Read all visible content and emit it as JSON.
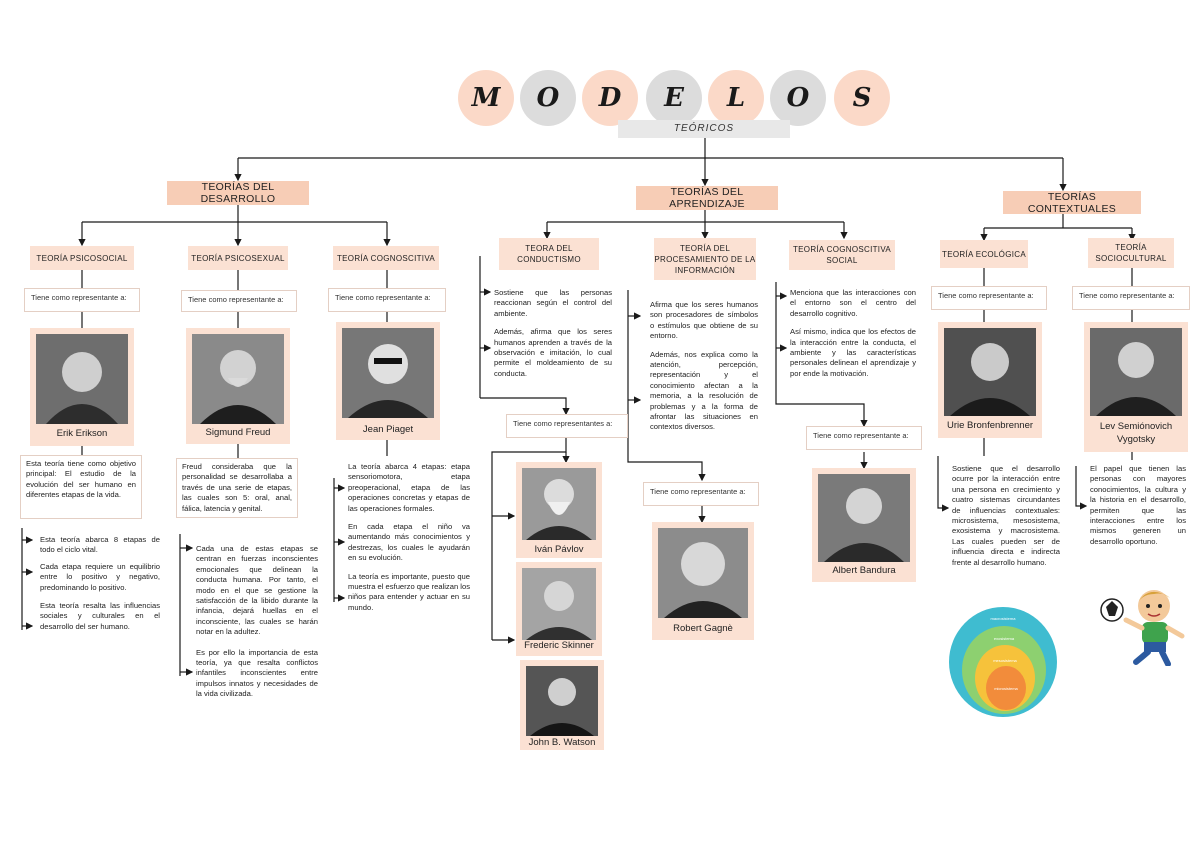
{
  "title_letters": [
    "M",
    "O",
    "D",
    "E",
    "L",
    "O",
    "S"
  ],
  "subtitle": "TEÓRICOS",
  "categories": {
    "desarrollo": "TEORÍAS DEL DESARROLLO",
    "aprendizaje": "TEORÍAS DEL APRENDIZAJE",
    "contextuales": "TEORÍAS CONTEXTUALES"
  },
  "theories": {
    "psicosocial": "TEORÍA PSICOSOCIAL",
    "psicosexual": "TEORÍA PSICOSEXUAL",
    "cognoscitiva": "TEORÍA COGNOSCITIVA",
    "conductismo_1": "TEORA DEL",
    "conductismo_2": "CONDUCTISMO",
    "procesamiento_1": "TEORÍA DEL",
    "procesamiento_2": "PROCESAMIENTO DE LA",
    "procesamiento_3": "INFORMACIÓN",
    "cog_social_1": "TEORÍA COGNOSCITIVA",
    "cog_social_2": "SOCIAL",
    "ecologica": "TEORÍA ECOLÓGICA",
    "sociocultural_1": "TEORÍA",
    "sociocultural_2": "SOCIOCULTURAL"
  },
  "rep_label": "Tiene como representante a:",
  "rep_label_plural": "Tiene como representantes a:",
  "people": {
    "erikson": "Erik Erikson",
    "freud": "Sigmund Freud",
    "piaget": "Jean Piaget",
    "pavlov": "Iván Pávlov",
    "skinner": "Frederic Skinner",
    "watson": "John B. Watson",
    "gagne": "Robert Gagnè",
    "bandura": "Albert Bandura",
    "bronfenbrenner": "Urie Bronfenbrenner",
    "vygotsky_1": "Lev Semiónovich",
    "vygotsky_2": "Vygotsky"
  },
  "texts": {
    "erikson_intro": "Esta teoría tiene como objetivo principal: El estudio de la evolución del ser humano en diferentes etapas de la vida.",
    "erikson_b1": "Esta teoría abarca 8 etapas de todo el ciclo vital.",
    "erikson_b2": "Cada etapa requiere un equilibrio entre lo positivo y negativo, predominando lo positivo.",
    "erikson_b3": "Esta teoría resalta las influencias sociales y culturales en el desarrollo del ser humano.",
    "freud_intro": "Freud consideraba que la personalidad se desarrollaba a través de una serie de etapas, las cuales son 5: oral, anal, fálica, latencia y genital.",
    "freud_b1": "Cada una de estas etapas se centran en fuerzas inconscientes emocionales que delinean la conducta humana. Por tanto, el modo en el que se gestione la satisfacción de la libido durante la infancia, dejará huellas en el inconsciente, las cuales se harán notar en la adultez.",
    "freud_b2": "Es por ello la importancia de esta teoría, ya que resalta conflictos infantiles inconscientes entre impulsos innatos y necesidades de la vida civilizada.",
    "piaget_b1": "La teoría abarca 4 etapas: etapa sensoriomotora, etapa preoperacional, etapa de las operaciones concretas y etapas de las operaciones formales.",
    "piaget_b2": "En cada etapa el niño va aumentando más conocimientos y destrezas, los cuales le ayudarán en su evolución.",
    "piaget_b3": "La teoría es importante, puesto que muestra el esfuerzo que realizan los niños para entender y actuar en su mundo.",
    "conductismo_b1": "Sostiene que las personas reaccionan según el control del ambiente.",
    "conductismo_b2": "Además, afirma que los seres humanos aprenden a través de la observación e imitación, lo cual permite el moldeamiento de su conducta.",
    "procesamiento_b1": "Afirma que los seres humanos son procesadores de símbolos o estímulos que obtiene de su entorno.",
    "procesamiento_b2": "Además, nos explica como la atención, percepción, representación y el conocimiento afectan a la memoria, a la resolución de problemas y a la forma de afrontar las situaciones en contextos diversos.",
    "cog_social_b1": "Menciona que las interacciones con el entorno son el centro del desarrollo cognitivo.",
    "cog_social_b2": "Así mismo, indica que los efectos de la interacción entre la conducta, el ambiente y las características personales delinean el aprendizaje y por ende la motivación.",
    "ecologica_b1": "Sostiene que el desarrollo ocurre por la interacción entre una persona en crecimiento y cuatro sistemas circundantes de influencias contextuales: microsistema, mesosistema, exosistema y macrosistema. Las cuales pueden ser de influencia directa e indirecta frente al desarrollo humano.",
    "sociocultural_b1": "El papel que tienen las personas con mayores conocimientos, la cultura y la historia en el desarrollo, permiten que las interacciones entre los mismos generen un desarrollo oportuno."
  },
  "diagram_rings": [
    "macrosistema",
    "exosistema",
    "mesosistema",
    "microsistema"
  ],
  "colors": {
    "peach": "#fbd9c8",
    "grey": "#dcdcdc",
    "category": "#f7cdb6",
    "theory": "#fbe1d3",
    "line": "#1a1a1a"
  }
}
